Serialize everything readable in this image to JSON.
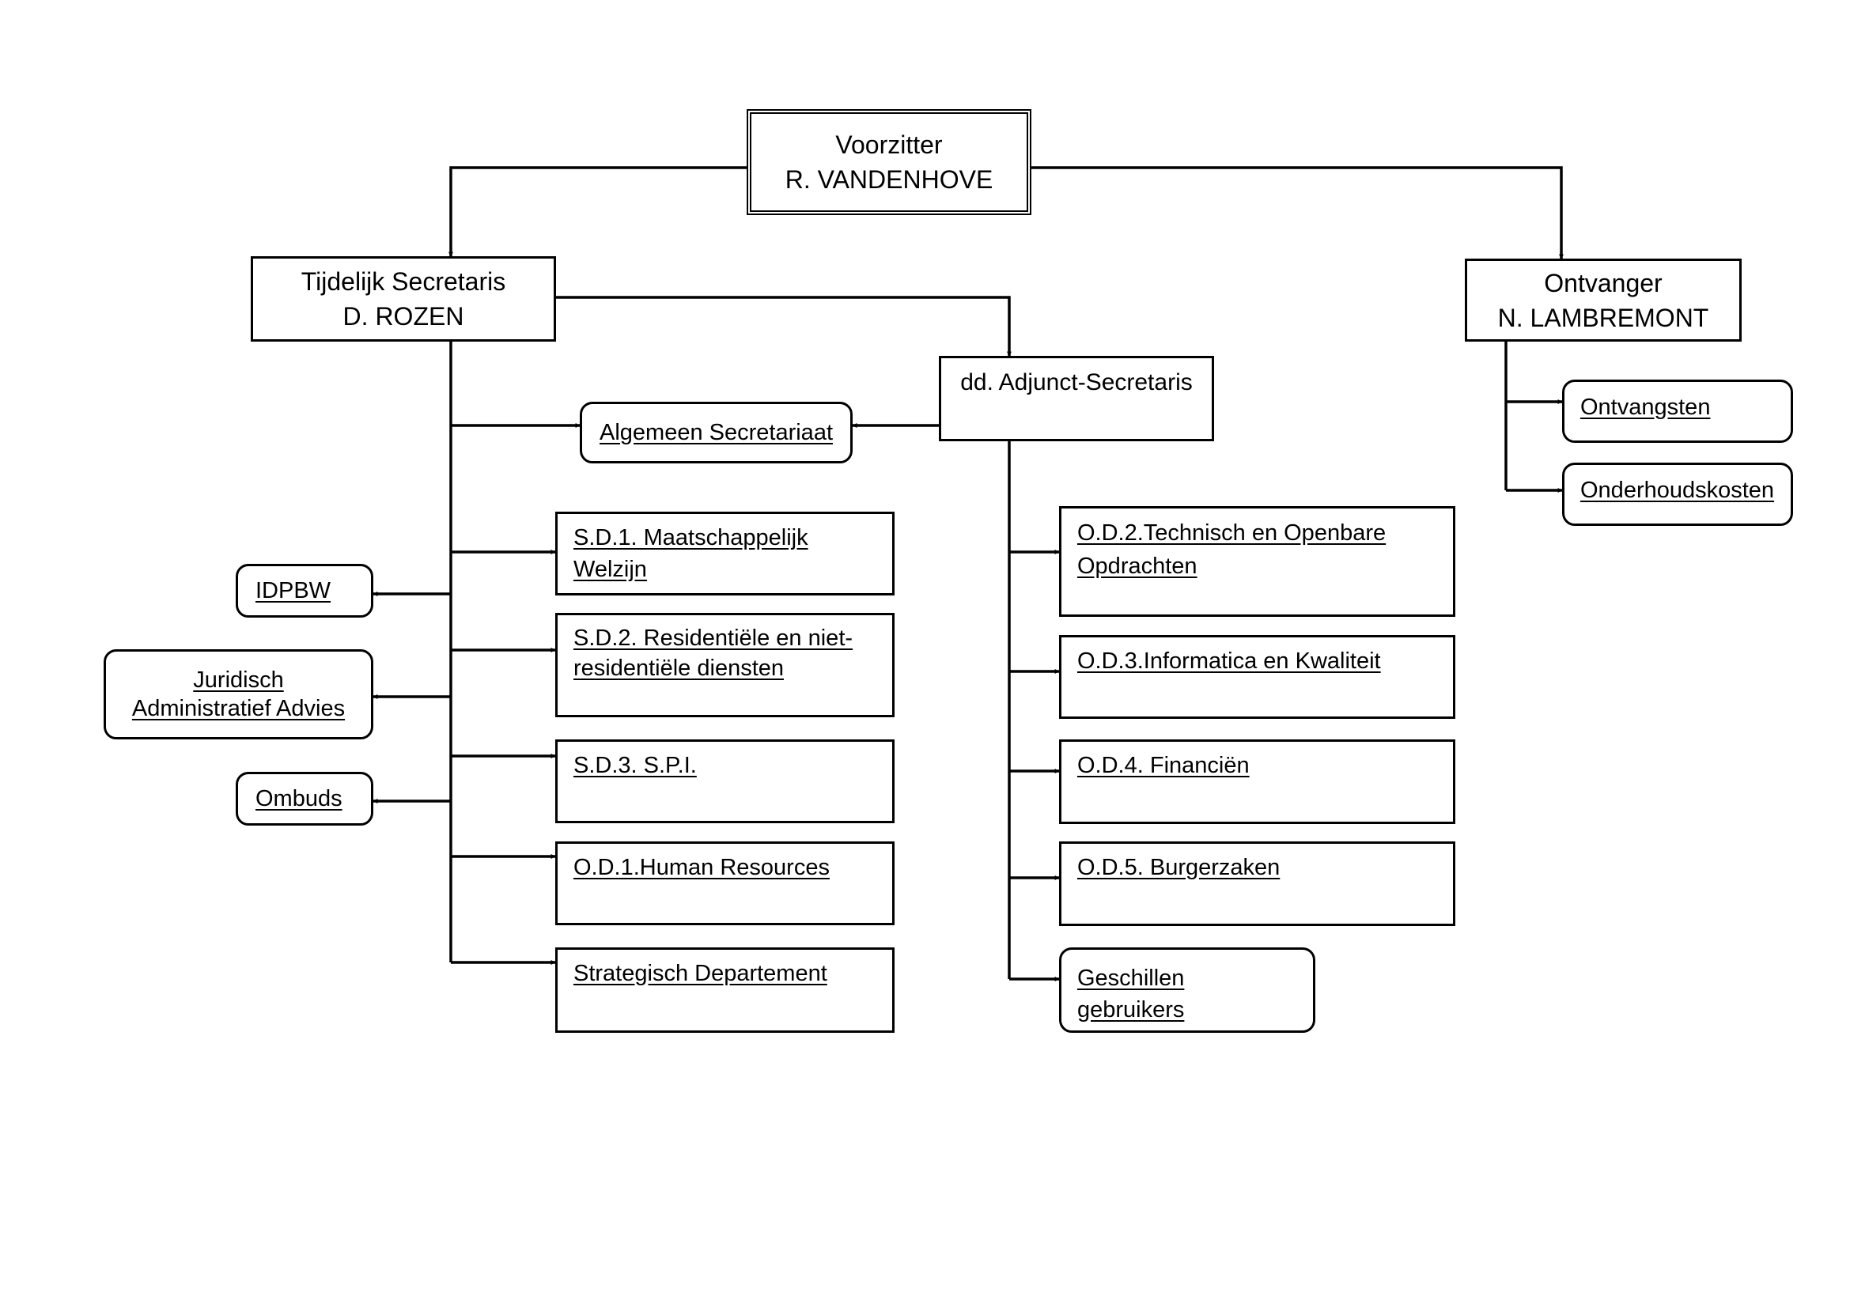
{
  "president": {
    "title": "Voorzitter",
    "name": "R. VANDENHOVE"
  },
  "secretary": {
    "title": "Tijdelijk Secretaris",
    "name": "D. ROZEN"
  },
  "receiver": {
    "title": "Ontvanger",
    "name": "N. LAMBREMONT"
  },
  "deputy": {
    "title": "dd. Adjunct-Secretaris"
  },
  "shared": {
    "algemeen": "Algemeen Secretariaat"
  },
  "staff": {
    "idpbw": "IDPBW",
    "juridisch_1": "Juridisch",
    "juridisch_2": "Administratief Advies",
    "ombuds": "Ombuds"
  },
  "secretary_departments": {
    "sd1": "S.D.1. Maatschappelijk Welzijn",
    "sd2_1": "S.D.2. Residentiële en niet-",
    "sd2_2": "residentiële diensten",
    "sd3": "S.D.3. S.P.I.",
    "od1": "O.D.1.Human Resources",
    "strat": "Strategisch Departement"
  },
  "deputy_departments": {
    "od2_1": "O.D.2.Technisch en Openbare",
    "od2_2": "Opdrachten",
    "od3": "O.D.3.Informatica en Kwaliteit",
    "od4": "O.D.4. Financiën",
    "od5": "O.D.5. Burgerzaken",
    "geschillen": "Geschillen gebruikers"
  },
  "receiver_units": {
    "ontvangsten": "Ontvangsten",
    "onderhoud": "Onderhoudskosten"
  }
}
